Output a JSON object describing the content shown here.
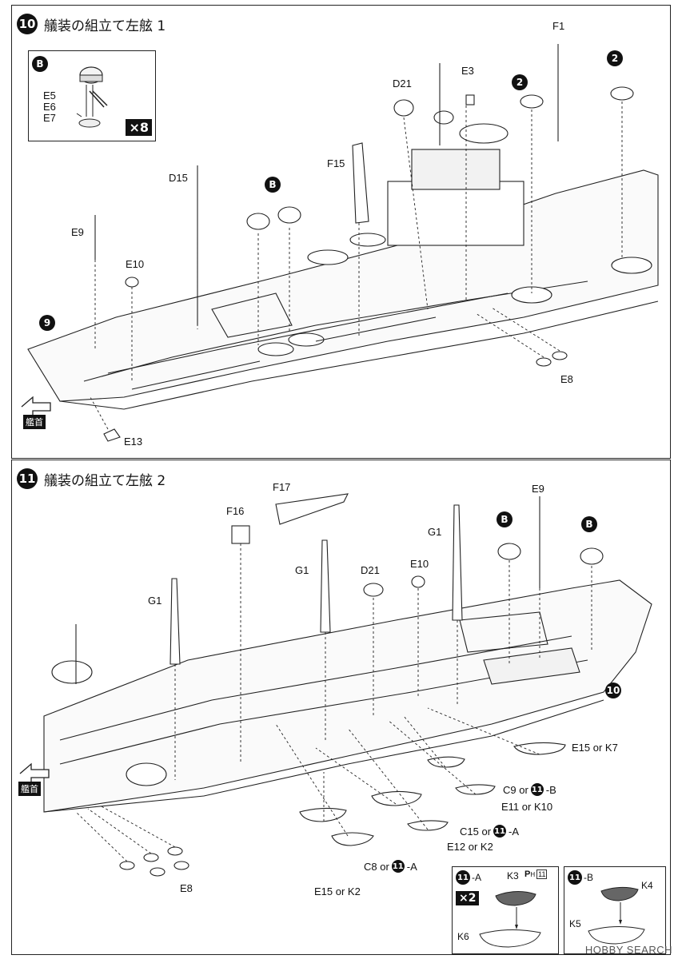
{
  "step10": {
    "number": "10",
    "title": "艤装の組立て左舷 1",
    "inset": {
      "marker": "B",
      "parts": [
        "E5",
        "E6",
        "E7"
      ],
      "multiplier": "×8"
    },
    "labels": {
      "f1": "F1",
      "e3": "E3",
      "d21": "D21",
      "f15": "F15",
      "d15": "D15",
      "e9": "E9",
      "e10": "E10",
      "e8": "E8",
      "e13": "E13",
      "ref9": "9",
      "ref2a": "2",
      "ref2b": "2",
      "refBa": "B"
    },
    "bow": "艦首"
  },
  "step11": {
    "number": "11",
    "title": "艤装の組立て左舷 2",
    "labels": {
      "f17": "F17",
      "f16": "F16",
      "g1a": "G1",
      "g1b": "G1",
      "g1c": "G1",
      "d21": "D21",
      "e10": "E10",
      "e9": "E9",
      "refBa": "B",
      "refBb": "B",
      "ref10": "10",
      "e15k7": "E15 or K7",
      "c9": "C9 or",
      "c9suffix": "-B",
      "e11k10": "E11 or K10",
      "c15": "C15 or",
      "c15suffix": "-A",
      "e12k2": "E12 or K2",
      "c8": "C8 or",
      "c8suffix": "-A",
      "e15k2": "E15 or K2",
      "e8": "E8",
      "ref11": "11"
    },
    "bow": "艦首",
    "insetA": {
      "title": "-A",
      "num": "11",
      "k3": "K3",
      "ph": "P",
      "phsub": "H",
      "phnum": "11",
      "k6": "K6",
      "multiplier": "×2"
    },
    "insetB": {
      "title": "-B",
      "num": "11",
      "k4": "K4",
      "k5": "K5"
    }
  },
  "watermark": "HOBBY SEARCH"
}
